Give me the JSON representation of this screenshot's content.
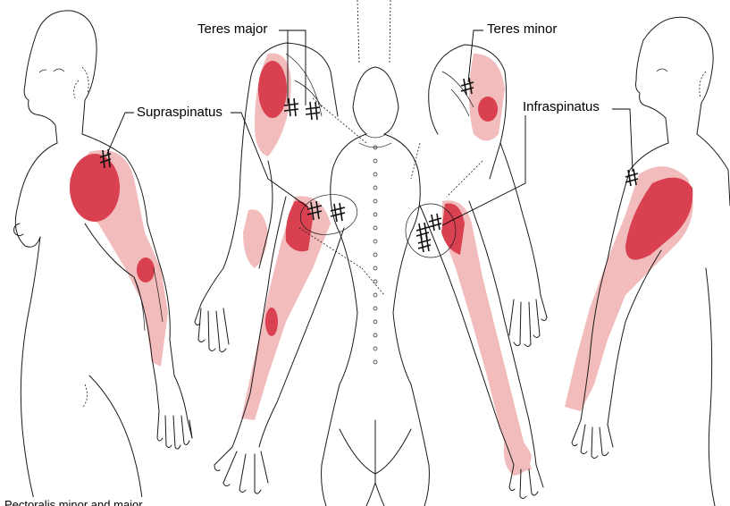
{
  "labels": {
    "teres_major": "Teres major",
    "teres_minor": "Teres minor",
    "supraspinatus": "Supraspinatus",
    "infraspinatus": "Infraspinatus",
    "pectoralis": "Pectoralis minor and major"
  },
  "colors": {
    "referral_light": "#f2bcbc",
    "referral_dark": "#d94050",
    "outline": "#1a1a1a"
  }
}
